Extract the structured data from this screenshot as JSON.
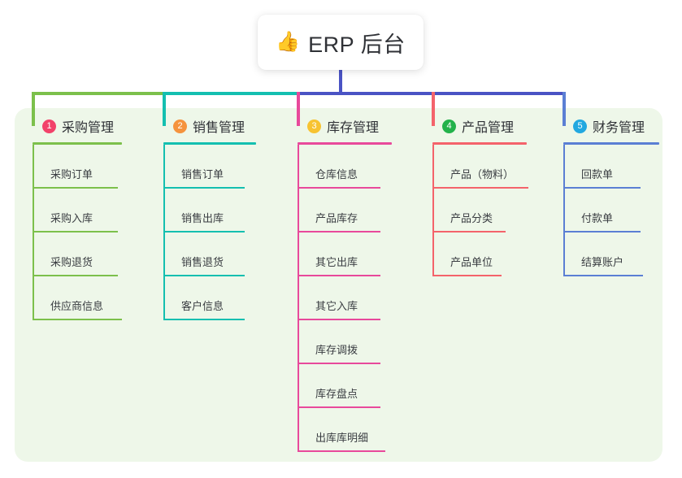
{
  "root": {
    "icon": "thumbs-up-icon",
    "icon_glyph": "👍",
    "title": "ERP 后台"
  },
  "theme": {
    "panel_bg": "#eef7e9",
    "page_bg": "#ffffff",
    "text": "#2f3136",
    "trunk_line": "#4a53c4"
  },
  "columns": [
    {
      "number": "1",
      "title": "采购管理",
      "badge_color": "#f2426a",
      "line_color": "#7cc04b",
      "items": [
        {
          "label": "采购订单"
        },
        {
          "label": "采购入库"
        },
        {
          "label": "采购退货"
        },
        {
          "label": "供应商信息"
        }
      ]
    },
    {
      "number": "2",
      "title": "销售管理",
      "badge_color": "#f5933d",
      "line_color": "#14bfb0",
      "items": [
        {
          "label": "销售订单"
        },
        {
          "label": "销售出库"
        },
        {
          "label": "销售退货"
        },
        {
          "label": "客户信息"
        }
      ]
    },
    {
      "number": "3",
      "title": "库存管理",
      "badge_color": "#f7c331",
      "line_color": "#e8499b",
      "items": [
        {
          "label": "仓库信息"
        },
        {
          "label": "产品库存"
        },
        {
          "label": "其它出库"
        },
        {
          "label": "其它入库"
        },
        {
          "label": "库存调拨"
        },
        {
          "label": "库存盘点"
        },
        {
          "label": "出库库明细"
        }
      ]
    },
    {
      "number": "4",
      "title": "产品管理",
      "badge_color": "#23b24b",
      "line_color": "#f4636b",
      "items": [
        {
          "label": "产品（物料）"
        },
        {
          "label": "产品分类"
        },
        {
          "label": "产品单位"
        }
      ]
    },
    {
      "number": "5",
      "title": "财务管理",
      "badge_color": "#22a8e0",
      "line_color": "#5b7fd4",
      "items": [
        {
          "label": "回款单"
        },
        {
          "label": "付款单"
        },
        {
          "label": "结算账户"
        }
      ]
    }
  ]
}
